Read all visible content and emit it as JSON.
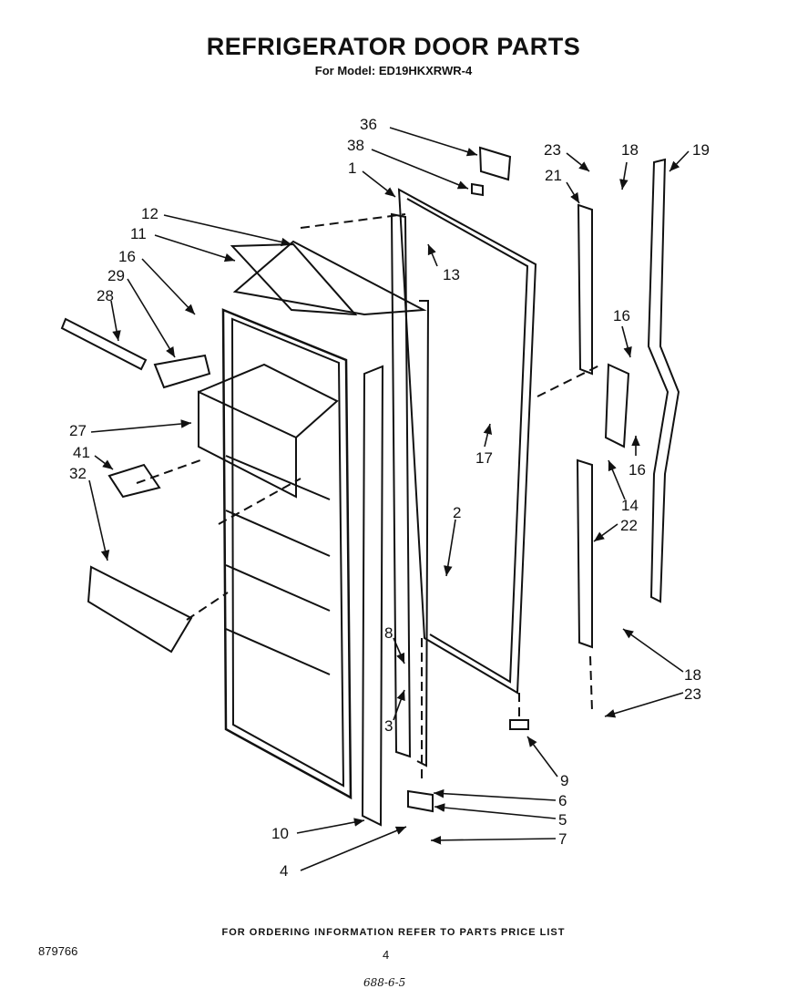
{
  "title": "REFRIGERATOR DOOR PARTS",
  "subtitle": "For Model: ED19HKXRWR-4",
  "footer_note": "FOR ORDERING INFORMATION REFER TO PARTS PRICE LIST",
  "document_number": "879766",
  "page_number": "4",
  "handwritten_note": "688-6-5",
  "callouts": [
    "36",
    "38",
    "1",
    "12",
    "11",
    "16",
    "29",
    "28",
    "27",
    "41",
    "32",
    "13",
    "23",
    "18",
    "21",
    "19",
    "16",
    "17",
    "16",
    "14",
    "2",
    "22",
    "8",
    "3",
    "18",
    "23",
    "9",
    "6",
    "5",
    "7",
    "10",
    "4"
  ]
}
